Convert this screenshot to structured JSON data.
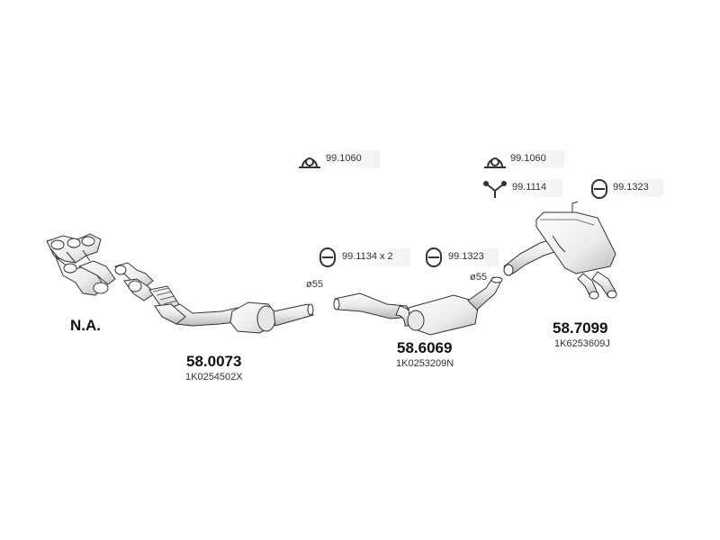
{
  "na_label": "N.A.",
  "accessories": {
    "clamp_top_left": {
      "code": "99.1060",
      "icon": "clamp-icon"
    },
    "clamp_top_right": {
      "code": "99.1060",
      "icon": "clamp-icon"
    },
    "hanger_y": {
      "code": "99.1114",
      "icon": "y-hanger-icon"
    },
    "rubber_ring_rear": {
      "code": "99.1323",
      "icon": "rubber-ring-icon"
    },
    "rubber_ring_mid_a": {
      "code": "99.1134 x 2",
      "icon": "rubber-ring-icon"
    },
    "rubber_ring_mid_b": {
      "code": "99.1323",
      "icon": "rubber-ring-icon"
    }
  },
  "diameters": {
    "front_pipe_end": "ø55",
    "middle_pipe_end": "ø55"
  },
  "parts": {
    "front": {
      "number": "58.0073",
      "oem": "1K0254502X"
    },
    "middle": {
      "number": "58.6069",
      "oem": "1K0253209N"
    },
    "rear": {
      "number": "58.7099",
      "oem": "1K6253609J"
    }
  },
  "colors": {
    "line": "#333333",
    "part_fill": "#f4f4f4",
    "shade": "#d6d6d6"
  }
}
